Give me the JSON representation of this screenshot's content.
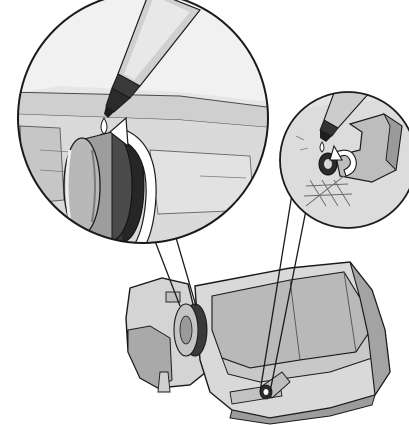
{
  "figure": {
    "subject": "lubricating-part-illustration",
    "callouts": [
      "roller-gear-detail",
      "pivot-bushing-detail"
    ],
    "colors": {
      "background": "#ffffff",
      "outline": "#1a1a1a",
      "body_light": "#d9d9d9",
      "body_mid": "#b8b8b8",
      "body_dark": "#8e8e8e",
      "metal_dark": "#2b2b2b",
      "arrow_fill": "#ffffff"
    }
  }
}
